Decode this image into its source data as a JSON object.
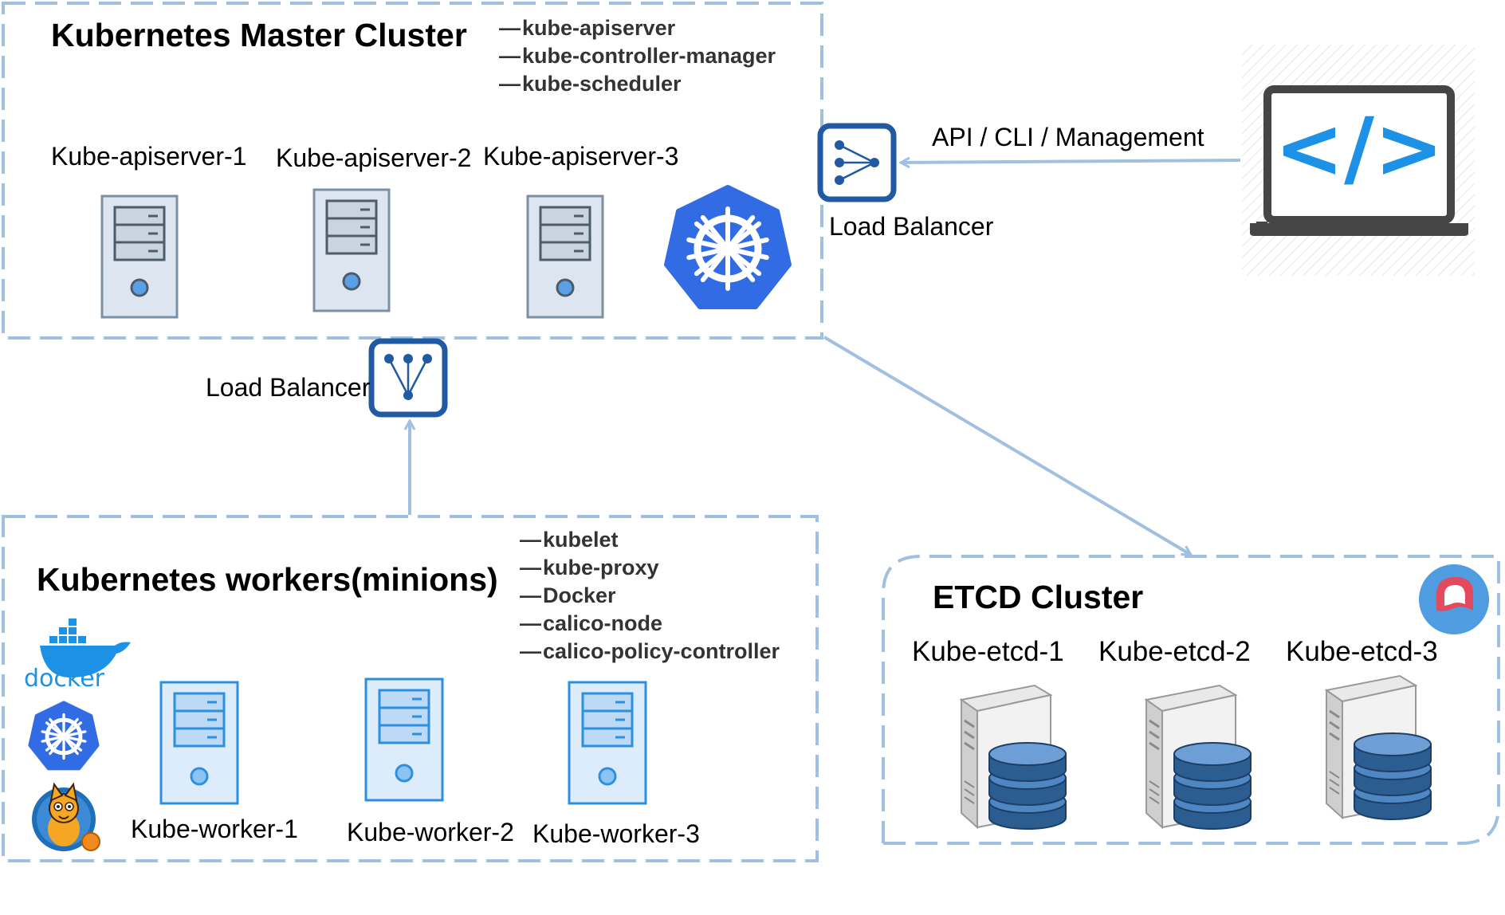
{
  "master": {
    "title": "Kubernetes Master Cluster",
    "components": [
      "kube-apiserver",
      "kube-controller-manager",
      "kube-scheduler"
    ],
    "nodes": [
      "Kube-apiserver-1",
      "Kube-apiserver-2",
      "Kube-apiserver-3"
    ]
  },
  "client": {
    "label": "API / CLI / Management",
    "icon": "code-laptop-icon"
  },
  "lb_top": {
    "label": "Load Balancer",
    "icon": "load-balancer-icon"
  },
  "lb_mid": {
    "label": "Load Balancer",
    "icon": "load-balancer-icon"
  },
  "workers": {
    "title": "Kubernetes workers(minions)",
    "components": [
      "kubelet",
      "kube-proxy",
      "Docker",
      "calico-node",
      "calico-policy-controller"
    ],
    "nodes": [
      "Kube-worker-1",
      "Kube-worker-2",
      "Kube-worker-3"
    ],
    "logos": {
      "docker": "docker"
    }
  },
  "etcd": {
    "title": "ETCD Cluster",
    "nodes": [
      "Kube-etcd-1",
      "Kube-etcd-2",
      "Kube-etcd-3"
    ]
  },
  "colors": {
    "dash": "#9fc0e0",
    "arrow": "#9fc0e0",
    "lb_stroke": "#1f5aa3",
    "k8s_blue": "#326ce5",
    "docker_blue": "#1d91e6",
    "server_fill": "#dde6f0",
    "server_stroke": "#7d8fa3",
    "worker_fill": "#dcecfb",
    "worker_stroke": "#2d8fe0"
  }
}
